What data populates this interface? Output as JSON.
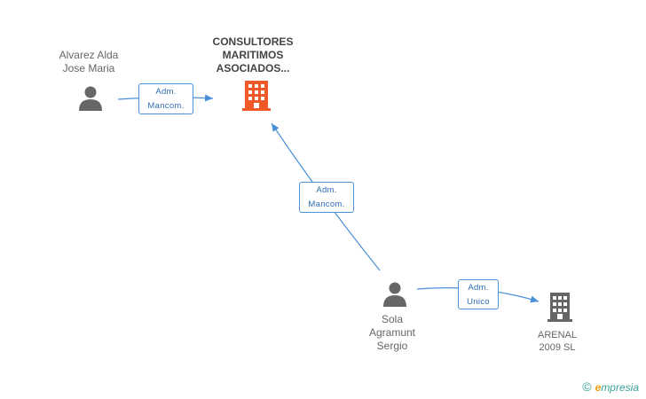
{
  "nodes": {
    "alvarez": {
      "name_line1": "Alvarez Alda",
      "name_line2": "Jose Maria",
      "type": "person",
      "icon": "person-icon"
    },
    "consultores": {
      "name_line1": "CONSULTORES",
      "name_line2": "MARITIMOS",
      "name_line3": "ASOCIADOS...",
      "type": "company",
      "icon": "building-icon",
      "color": "#f05a28"
    },
    "sola": {
      "name_line1": "Sola",
      "name_line2": "Agramunt",
      "name_line3": "Sergio",
      "type": "person",
      "icon": "person-icon"
    },
    "arenal": {
      "name_line1": "ARENAL",
      "name_line2": "2009 SL",
      "type": "company",
      "icon": "building-icon",
      "color": "#666666"
    }
  },
  "edges": [
    {
      "from": "alvarez",
      "to": "consultores",
      "label_line1": "Adm.",
      "label_line2": "Mancom."
    },
    {
      "from": "sola",
      "to": "consultores",
      "label_line1": "Adm.",
      "label_line2": "Mancom."
    },
    {
      "from": "sola",
      "to": "arenal",
      "label_line1": "Adm.",
      "label_line2": "Unico"
    }
  ],
  "colors": {
    "edge": "#4a90d9",
    "person": "#666666",
    "main_company": "#f05a28",
    "company": "#666666"
  },
  "brand": {
    "copyright": "©",
    "e": "e",
    "rest": "mpresia"
  }
}
